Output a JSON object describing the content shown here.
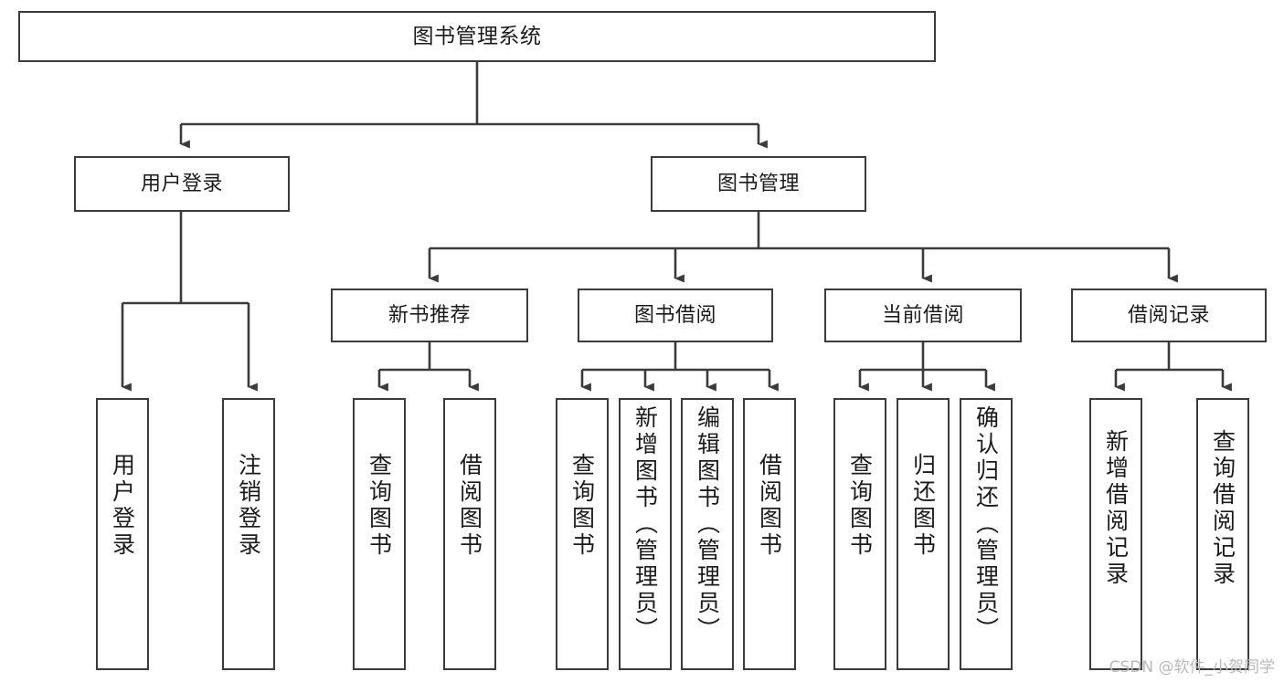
{
  "diagram": {
    "type": "tree-hierarchy",
    "title": "图书管理系统",
    "orientation": "top-down",
    "colors": {
      "box_border": "#3b3b3b",
      "box_fill": "#ffffff",
      "connector": "#3b3b3b",
      "text": "#1b1b1b",
      "watermark": "#b9b9b9",
      "background": "#ffffff"
    },
    "levels": 4,
    "root": {
      "id": "root",
      "label": "图书管理系统",
      "orientation": "horizontal"
    },
    "level2": [
      {
        "id": "user-login",
        "label": "用户登录",
        "orientation": "horizontal"
      },
      {
        "id": "book-manage",
        "label": "图书管理",
        "orientation": "horizontal"
      }
    ],
    "level3": [
      {
        "id": "new-book-recommend",
        "label": "新书推荐",
        "parent": "book-manage",
        "orientation": "horizontal"
      },
      {
        "id": "book-borrow",
        "label": "图书借阅",
        "parent": "book-manage",
        "orientation": "horizontal"
      },
      {
        "id": "current-borrow",
        "label": "当前借阅",
        "parent": "book-manage",
        "orientation": "horizontal"
      },
      {
        "id": "borrow-record",
        "label": "借阅记录",
        "parent": "book-manage",
        "orientation": "horizontal"
      }
    ],
    "leaves": [
      {
        "id": "leaf-user-login",
        "label": "用户登录",
        "parent": "user-login",
        "orientation": "vertical"
      },
      {
        "id": "leaf-logout-login",
        "label": "注销登录",
        "parent": "user-login",
        "orientation": "vertical"
      },
      {
        "id": "leaf-query-book-1",
        "label": "查询图书",
        "parent": "new-book-recommend",
        "orientation": "vertical"
      },
      {
        "id": "leaf-borrow-book-1",
        "label": "借阅图书",
        "parent": "new-book-recommend",
        "orientation": "vertical"
      },
      {
        "id": "leaf-query-book-2",
        "label": "查询图书",
        "parent": "book-borrow",
        "orientation": "vertical"
      },
      {
        "id": "leaf-add-book",
        "label": "新增图书（管理员）",
        "parent": "book-borrow",
        "orientation": "vertical"
      },
      {
        "id": "leaf-edit-book",
        "label": "编辑图书（管理员）",
        "parent": "book-borrow",
        "orientation": "vertical"
      },
      {
        "id": "leaf-borrow-book-2",
        "label": "借阅图书",
        "parent": "book-borrow",
        "orientation": "vertical"
      },
      {
        "id": "leaf-query-book-3",
        "label": "查询图书",
        "parent": "current-borrow",
        "orientation": "vertical"
      },
      {
        "id": "leaf-return-book",
        "label": "归还图书",
        "parent": "current-borrow",
        "orientation": "vertical"
      },
      {
        "id": "leaf-confirm-return",
        "label": "确认归还（管理员）",
        "parent": "current-borrow",
        "orientation": "vertical"
      },
      {
        "id": "leaf-add-record",
        "label": "新增借阅记录",
        "parent": "borrow-record",
        "orientation": "vertical"
      },
      {
        "id": "leaf-query-record",
        "label": "查询借阅记录",
        "parent": "borrow-record",
        "orientation": "vertical"
      }
    ],
    "watermark": "CSDN @软件_小贺同学"
  }
}
